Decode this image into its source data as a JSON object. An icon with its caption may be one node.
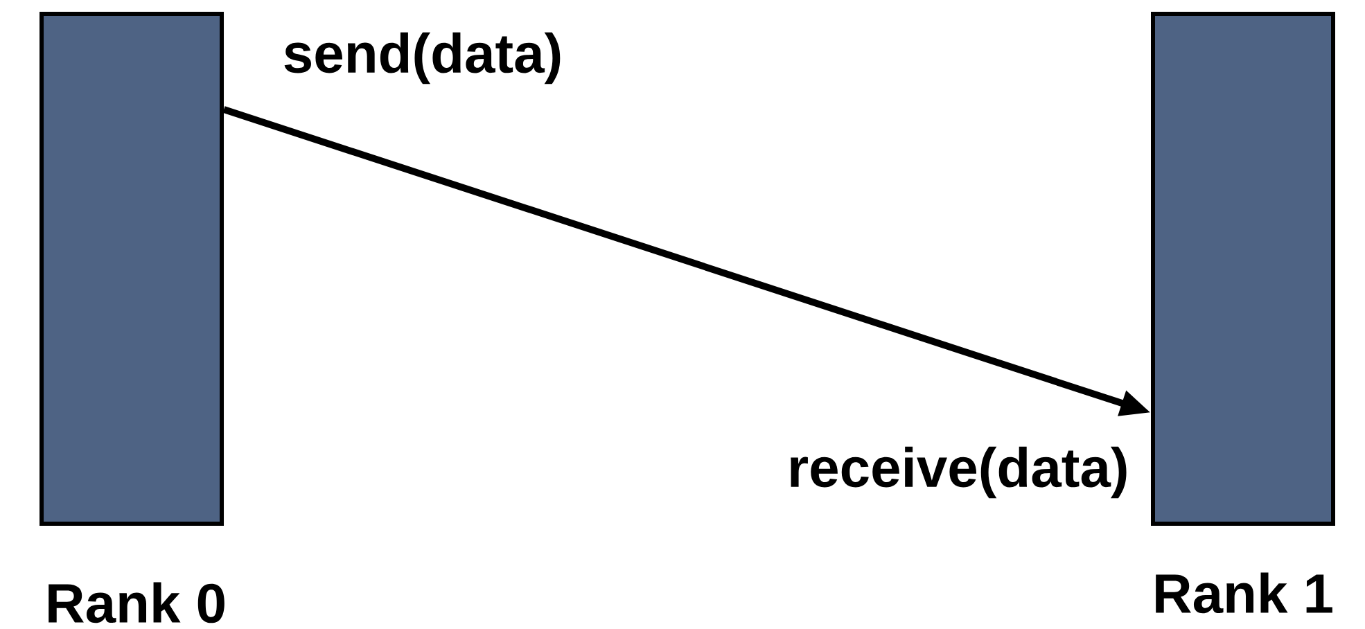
{
  "diagram": {
    "nodes": [
      {
        "text": [],
        "shape": "bar",
        "beside": [
          "Rank 0"
        ]
      },
      {
        "text": [],
        "shape": "bar",
        "beside": [
          "Rank 1"
        ]
      }
    ],
    "edges": [
      {
        "from": 0,
        "to": 1,
        "arrow": "to"
      }
    ],
    "labels": [
      "send(data)",
      "receive(data)"
    ]
  }
}
